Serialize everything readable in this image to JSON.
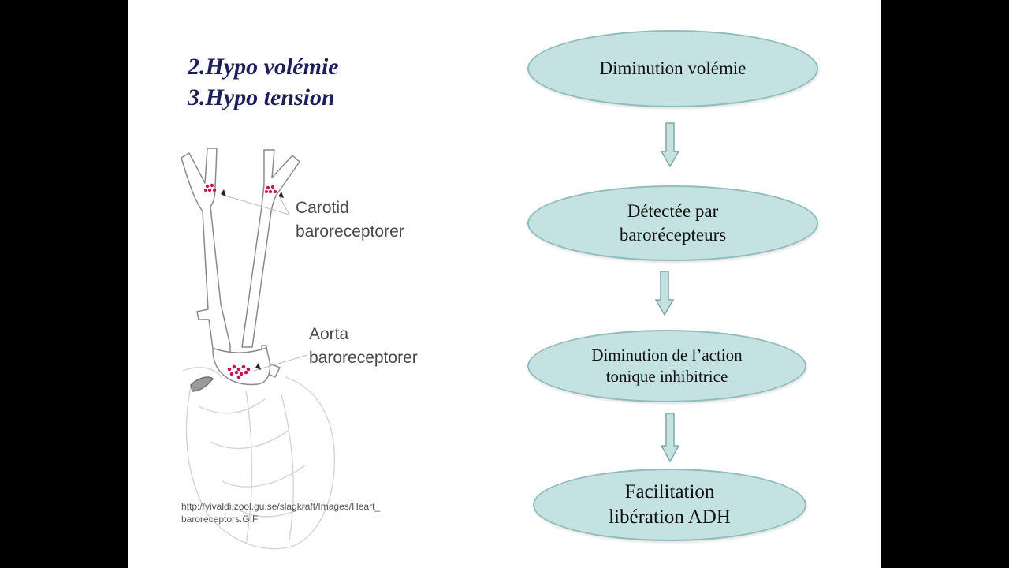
{
  "headings": [
    "2.Hypo volémie",
    "3.Hypo tension"
  ],
  "illustration": {
    "labels": {
      "carotid_line1": "Carotid",
      "carotid_line2": "baroreceptorer",
      "aorta_line1": "Aorta",
      "aorta_line2": "baroreceptorer"
    },
    "source_line1": "http://vivaldi.zool.gu.se/slagkraft/Images/Heart_",
    "source_line2": "baroreceptors.GIF"
  },
  "flow": [
    {
      "label": "Diminution volémie"
    },
    {
      "label": "Détectée par\nbarorécepteurs"
    },
    {
      "label": "Diminution de l’action\ntonique inhibitrice"
    },
    {
      "label": "Facilitation\nlibération  ADH"
    }
  ],
  "colors": {
    "node_fill": "#c5e2e2",
    "node_border": "#8fbcbc",
    "heading": "#1f1f5e",
    "receptor_dots": "#c2185b"
  }
}
